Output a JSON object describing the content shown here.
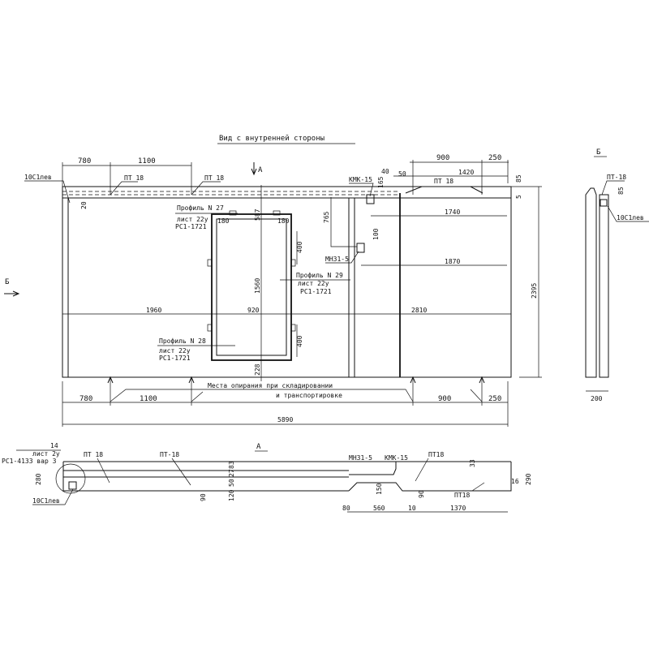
{
  "title": "Вид с внутренней стороны",
  "arrow_a": "А",
  "arrow_b": "Б",
  "section_b_title": "Б",
  "section_a_title": "А",
  "top_dims": {
    "d780": "780",
    "d1100": "1100",
    "d900": "900",
    "d250": "250",
    "d1420": "1420",
    "d40": "40",
    "d50": "50",
    "d165": "165",
    "d85": "85",
    "d5": "5"
  },
  "labels": {
    "c10_left": "10С1лев",
    "pt18_a": "ПТ 18",
    "pt18_b": "ПТ 18",
    "pt18_c": "ПТ 18",
    "kmk15": "КМК-15",
    "mn": "МН31-5",
    "prof27": "Профиль N 27",
    "prof27_sheet": "лист 22у",
    "prof27_ref": "РС1-1721",
    "prof29": "Профиль N 29",
    "prof29_sheet": "лист 22у",
    "prof29_ref": "РС1-1721",
    "prof28": "Профиль N 28",
    "prof28_sheet": "лист 22у",
    "prof28_ref": "РС1-1721",
    "support_1": "Места опирания при складировании",
    "support_2": "и транспортировке"
  },
  "inner_dims": {
    "d587": "587",
    "d180a": "180",
    "d180b": "180",
    "d400a": "400",
    "d400b": "400",
    "d1560": "1560",
    "d228": "228",
    "d765": "765",
    "d100": "100",
    "d1740": "1740",
    "d1870": "1870",
    "d1960": "1960",
    "d920": "920",
    "d2810": "2810",
    "d2395": "2395",
    "d20": "20"
  },
  "bottom_dims": {
    "d780": "780",
    "d1100": "1100",
    "d900": "900",
    "d250": "250",
    "d5890": "5890"
  },
  "side_b": {
    "pt18": "ПТ-18",
    "d85": "85",
    "c10": "10С1лев",
    "d200": "200"
  },
  "section_a": {
    "ref_num": "14",
    "ref_sheet": "лист 2у",
    "ref_doc": "РС1-4133 вар 3",
    "d280": "280",
    "c10": "10С1лев",
    "pt18_a": "ПТ 18",
    "pt18_b": "ПТ-18",
    "d90a": "90",
    "d120": "120",
    "d50": "50",
    "d27": "27",
    "d83": "83",
    "mn": "МН31-5",
    "kmk": "КМК-15",
    "pt18_c": "ПТ18",
    "pt18_d": "ПТ18",
    "d33": "33",
    "d16": "16",
    "d290": "290",
    "d150": "150",
    "d90b": "90",
    "d80": "80",
    "d560": "560",
    "d10": "10",
    "d1370": "1370"
  }
}
